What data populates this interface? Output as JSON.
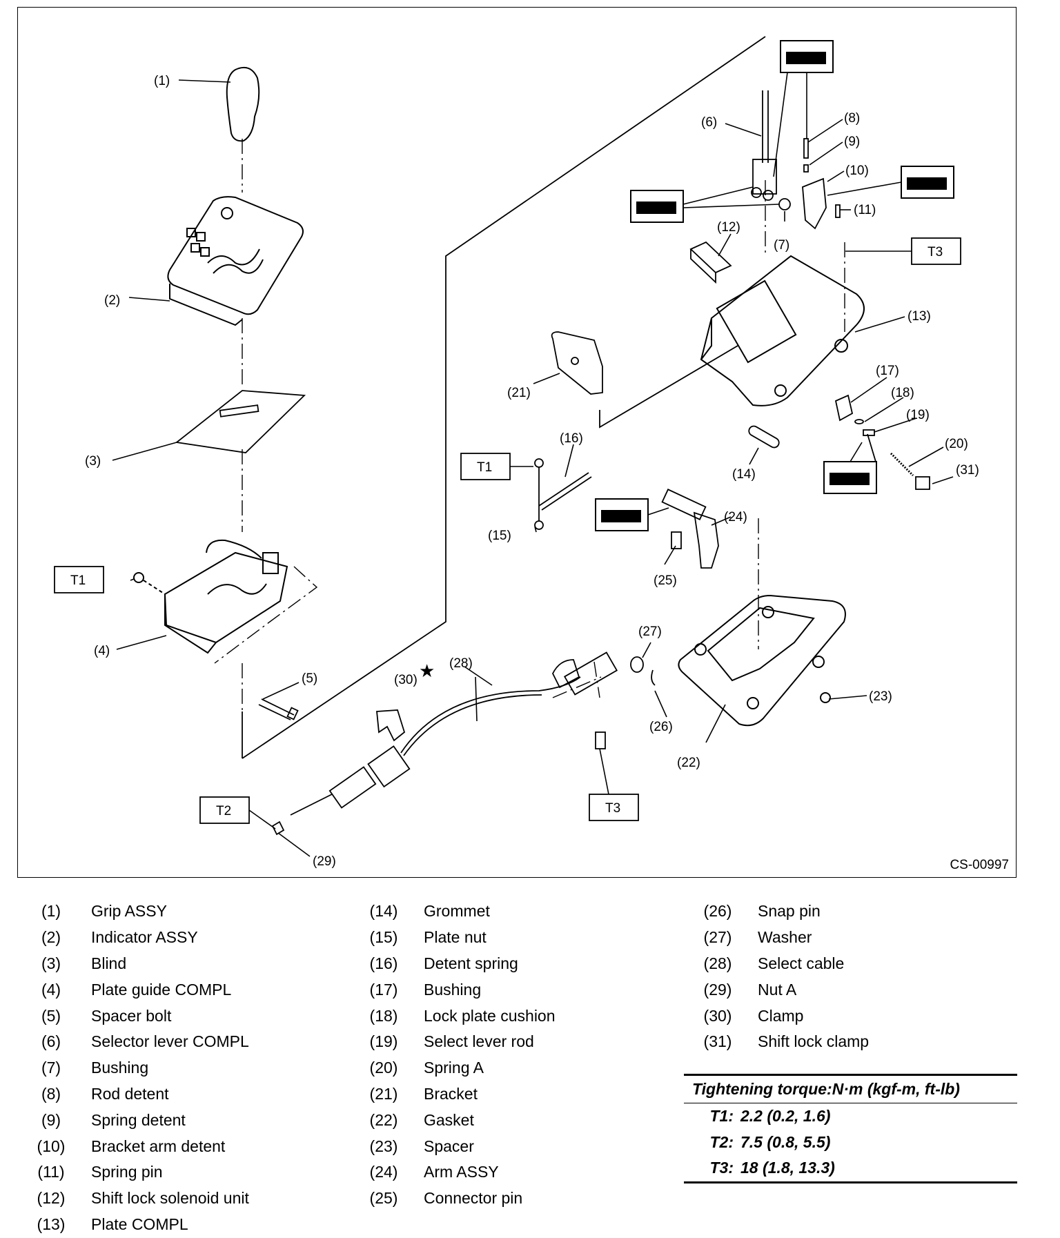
{
  "figure_code": "CS-00997",
  "callouts": [
    "(1)",
    "(2)",
    "(3)",
    "(4)",
    "(5)",
    "(6)",
    "(7)",
    "(8)",
    "(9)",
    "(10)",
    "(11)",
    "(12)",
    "(13)",
    "(14)",
    "(15)",
    "(16)",
    "(17)",
    "(18)",
    "(19)",
    "(20)",
    "(21)",
    "(22)",
    "(23)",
    "(24)",
    "(25)",
    "(26)",
    "(27)",
    "(28)",
    "(29)",
    "(30)",
    "(31)"
  ],
  "torque_tags": [
    "T1",
    "T1",
    "T2",
    "T3",
    "T3"
  ],
  "star_mark": "★",
  "legend": [
    {
      "num": "(1)",
      "name": "Grip ASSY"
    },
    {
      "num": "(2)",
      "name": "Indicator ASSY"
    },
    {
      "num": "(3)",
      "name": "Blind"
    },
    {
      "num": "(4)",
      "name": "Plate guide COMPL"
    },
    {
      "num": "(5)",
      "name": "Spacer bolt"
    },
    {
      "num": "(6)",
      "name": "Selector lever COMPL"
    },
    {
      "num": "(7)",
      "name": "Bushing"
    },
    {
      "num": "(8)",
      "name": "Rod detent"
    },
    {
      "num": "(9)",
      "name": "Spring detent"
    },
    {
      "num": "(10)",
      "name": "Bracket arm detent"
    },
    {
      "num": "(11)",
      "name": "Spring pin"
    },
    {
      "num": "(12)",
      "name": "Shift lock solenoid unit"
    },
    {
      "num": "(13)",
      "name": "Plate COMPL"
    },
    {
      "num": "(14)",
      "name": "Grommet"
    },
    {
      "num": "(15)",
      "name": "Plate nut"
    },
    {
      "num": "(16)",
      "name": "Detent spring"
    },
    {
      "num": "(17)",
      "name": "Bushing"
    },
    {
      "num": "(18)",
      "name": "Lock plate cushion"
    },
    {
      "num": "(19)",
      "name": "Select lever rod"
    },
    {
      "num": "(20)",
      "name": "Spring A"
    },
    {
      "num": "(21)",
      "name": "Bracket"
    },
    {
      "num": "(22)",
      "name": "Gasket"
    },
    {
      "num": "(23)",
      "name": "Spacer"
    },
    {
      "num": "(24)",
      "name": "Arm ASSY"
    },
    {
      "num": "(25)",
      "name": "Connector pin"
    },
    {
      "num": "(26)",
      "name": "Snap pin"
    },
    {
      "num": "(27)",
      "name": "Washer"
    },
    {
      "num": "(28)",
      "name": "Select cable"
    },
    {
      "num": "(29)",
      "name": "Nut A"
    },
    {
      "num": "(30)",
      "name": "Clamp"
    },
    {
      "num": "(31)",
      "name": "Shift lock clamp"
    }
  ],
  "torque": {
    "heading": "Tightening torque:N·m (kgf-m, ft-lb)",
    "rows": [
      {
        "key": "T1:",
        "value": "2.2 (0.2, 1.6)"
      },
      {
        "key": "T2:",
        "value": "7.5 (0.8, 5.5)"
      },
      {
        "key": "T3:",
        "value": "18 (1.8, 13.3)"
      }
    ]
  }
}
